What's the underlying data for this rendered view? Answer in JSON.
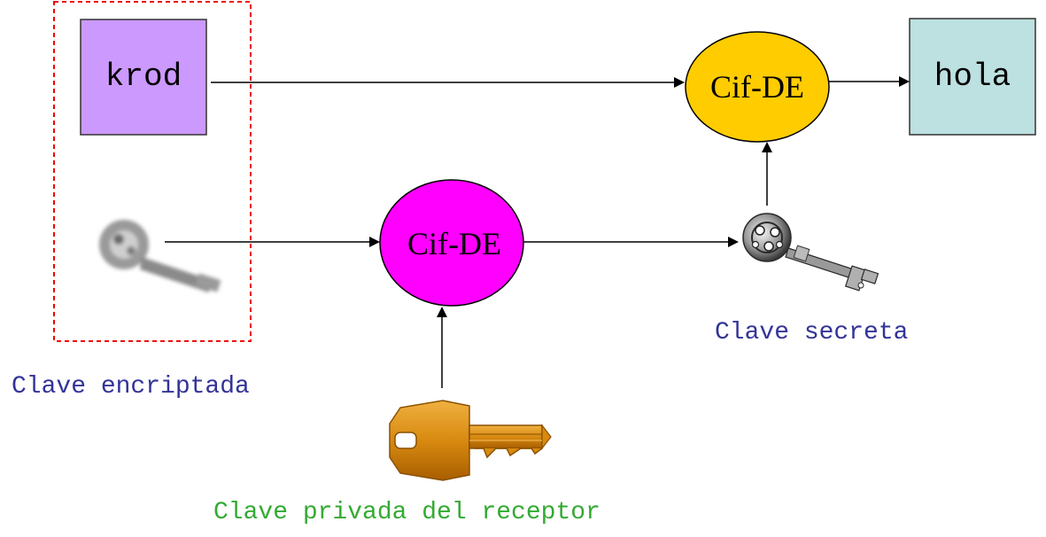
{
  "diagram": {
    "ciphertext": {
      "label": "krod",
      "fill": "#cc99ff"
    },
    "plaintext": {
      "label": "hola",
      "fill": "#bde0e0"
    },
    "decrypt_top": {
      "label": "Cif-DE",
      "fill": "#ffcc00"
    },
    "decrypt_bottom": {
      "label": "Cif-DE",
      "fill": "#ff00ff"
    },
    "captions": {
      "encrypted_key": "Clave encriptada",
      "secret_key": "Clave secreta",
      "receiver_private_key": "Clave privada del receptor"
    },
    "colors": {
      "encrypted_key_caption": "#333399",
      "secret_key_caption": "#333399",
      "private_key_caption": "#33aa33",
      "dashed_border": "#ee0000",
      "arrow": "#000000"
    },
    "icons": {
      "blurred_key": "blurred-key-icon",
      "ornate_key": "ornate-key-icon",
      "brass_key": "brass-key-icon"
    }
  }
}
